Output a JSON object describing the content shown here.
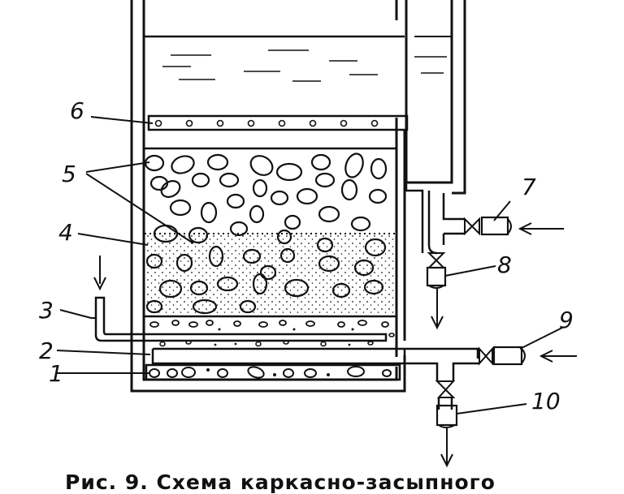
{
  "caption": "Рис. 9. Схема каркасно-засыпного",
  "labels": [
    "1",
    "2",
    "3",
    "4",
    "5",
    "6",
    "7",
    "8",
    "9",
    "10"
  ],
  "colors": {
    "ink": "#111111",
    "background": "#ffffff"
  }
}
